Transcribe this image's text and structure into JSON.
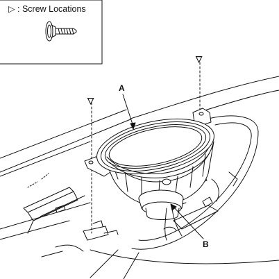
{
  "legend": {
    "marker_symbol": "▷",
    "label": ": Screw Locations",
    "screw_icon": "screw-icon"
  },
  "callouts": {
    "a": "A",
    "b": "B"
  },
  "screw_markers": [
    {
      "symbol": "▽"
    },
    {
      "symbol": "▽"
    }
  ],
  "colors": {
    "line": "#111111",
    "background": "#ffffff"
  }
}
